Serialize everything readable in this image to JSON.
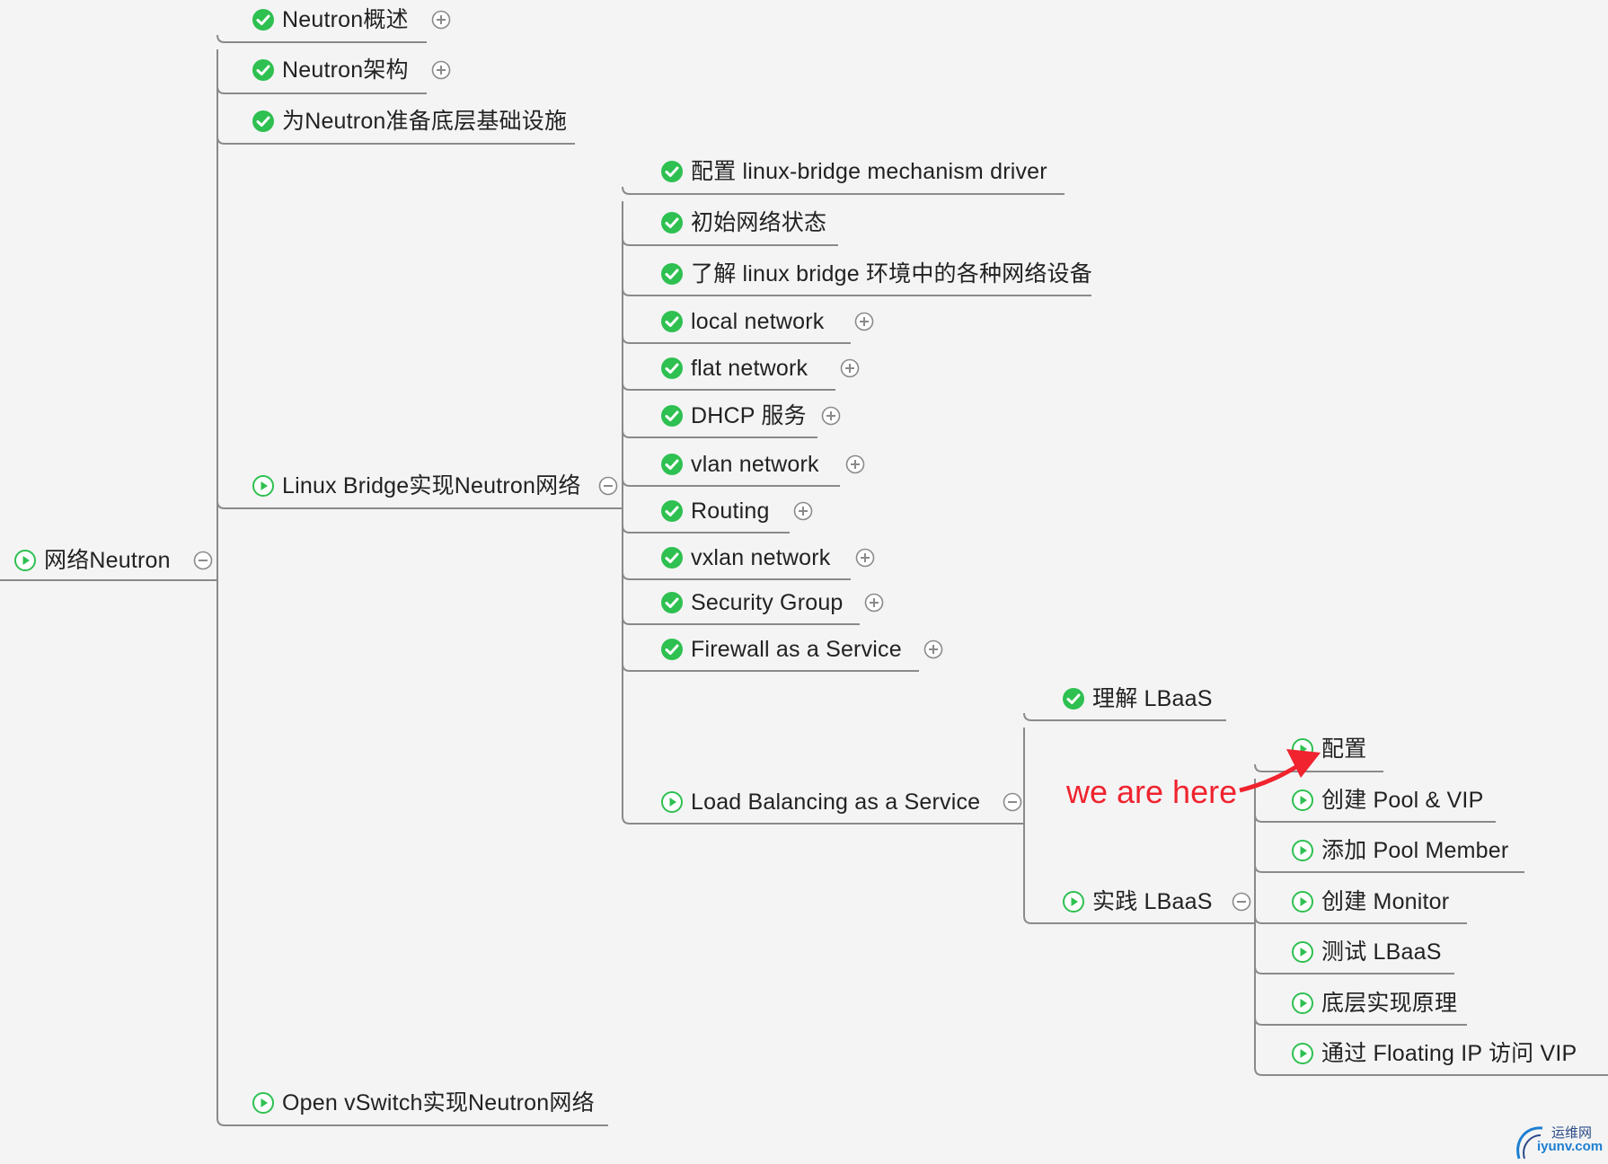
{
  "root": {
    "label": "网络Neutron",
    "status": "in-progress",
    "toggle": "minus"
  },
  "level1": [
    {
      "label": "Neutron概述",
      "status": "done",
      "toggle": "plus"
    },
    {
      "label": "Neutron架构",
      "status": "done",
      "toggle": "plus"
    },
    {
      "label": "为Neutron准备底层基础设施",
      "status": "done",
      "toggle": ""
    },
    {
      "label": "Linux Bridge实现Neutron网络",
      "status": "in-progress",
      "toggle": "minus"
    },
    {
      "label": "Open vSwitch实现Neutron网络",
      "status": "in-progress",
      "toggle": ""
    }
  ],
  "linux_bridge_children": [
    {
      "label": "配置 linux-bridge mechanism driver",
      "status": "done",
      "toggle": ""
    },
    {
      "label": "初始网络状态",
      "status": "done",
      "toggle": ""
    },
    {
      "label": "了解 linux bridge 环境中的各种网络设备",
      "status": "done",
      "toggle": ""
    },
    {
      "label": "local network",
      "status": "done",
      "toggle": "plus"
    },
    {
      "label": "flat network",
      "status": "done",
      "toggle": "plus"
    },
    {
      "label": "DHCP 服务",
      "status": "done",
      "toggle": "plus"
    },
    {
      "label": "vlan network",
      "status": "done",
      "toggle": "plus"
    },
    {
      "label": "Routing",
      "status": "done",
      "toggle": "plus"
    },
    {
      "label": "vxlan network",
      "status": "done",
      "toggle": "plus"
    },
    {
      "label": "Security Group",
      "status": "done",
      "toggle": "plus"
    },
    {
      "label": "Firewall as a Service",
      "status": "done",
      "toggle": "plus"
    },
    {
      "label": "Load Balancing as a Service",
      "status": "in-progress",
      "toggle": "minus"
    }
  ],
  "lbaas_children": [
    {
      "label": "理解 LBaaS",
      "status": "done",
      "toggle": ""
    },
    {
      "label": "实践 LBaaS",
      "status": "in-progress",
      "toggle": "minus"
    }
  ],
  "practice_children": [
    {
      "label": "配置",
      "status": "in-progress"
    },
    {
      "label": "创建 Pool & VIP",
      "status": "in-progress"
    },
    {
      "label": "添加 Pool Member",
      "status": "in-progress"
    },
    {
      "label": "创建 Monitor",
      "status": "in-progress"
    },
    {
      "label": "测试 LBaaS",
      "status": "in-progress"
    },
    {
      "label": "底层实现原理",
      "status": "in-progress"
    },
    {
      "label": "通过 Floating IP 访问 VIP",
      "status": "in-progress"
    }
  ],
  "annotation": {
    "text": "we are here",
    "color": "#f0232e"
  },
  "watermark": {
    "top": "运维网",
    "bottom": "iyunv.com"
  },
  "colors": {
    "done": "#2ec050",
    "in_progress": "#2ec050",
    "line": "#8a8a8a",
    "toggle": "#8a8a8a"
  },
  "icons": {
    "done": "check-circle-icon",
    "in_progress": "play-circle-icon",
    "plus": "expand-plus-icon",
    "minus": "collapse-minus-icon"
  }
}
